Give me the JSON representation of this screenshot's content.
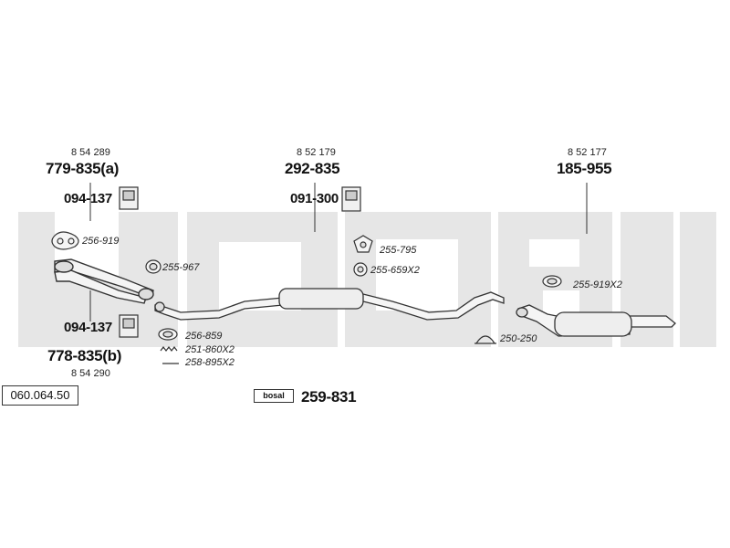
{
  "watermark": {
    "text": "bosal",
    "color": "#e6e6e6"
  },
  "catalog_code": "060.064.50",
  "assembly": {
    "code": "259-831",
    "icon": "assembly-kit-box-icon",
    "icon_text": "bosal"
  },
  "front": {
    "oe_top": "8 54 289",
    "part_a": "779-835(a)",
    "clamp_top": "094-137",
    "gasket": "256-919",
    "ring": "255-967",
    "clamp_bottom": "094-137",
    "part_b": "778-835(b)",
    "oe_bottom": "8 54 290",
    "gasket2": "256-859",
    "spring": "251-860X2",
    "bolt": "258-895X2"
  },
  "middle": {
    "oe": "8 52 179",
    "part": "292-835",
    "clamp": "091-300",
    "mount1": "255-795",
    "mount2": "255-659X2"
  },
  "rear": {
    "oe": "8 52 177",
    "part": "185-955",
    "mount": "255-919X2",
    "clamp": "250-250"
  }
}
